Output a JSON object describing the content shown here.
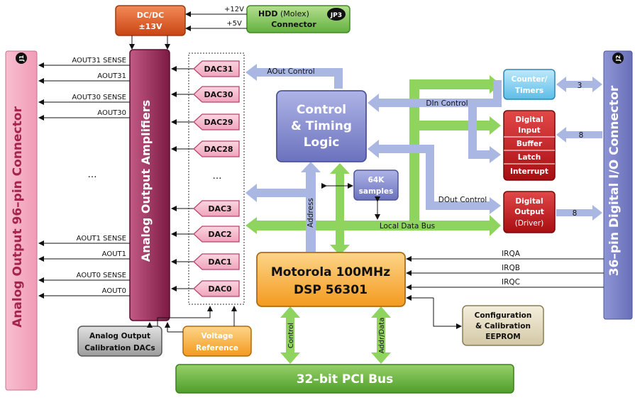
{
  "blocks": {
    "dcdc": {
      "line1": "DC/DC",
      "line2": "±13V"
    },
    "hdd": {
      "bold": "HDD",
      "normal": "(Molex)",
      "line2": "Connector",
      "badge": "JP3"
    },
    "v12": "+12V",
    "v5": "+5V",
    "left_connector": {
      "label": "Analog Output 96–pin Connector",
      "badge": "J1"
    },
    "right_connector": {
      "label": "36–pin Digital I/O Connector",
      "badge": "J2"
    },
    "amplifiers": "Analog Output Amplifiers",
    "dacs": [
      "DAC31",
      "DAC30",
      "DAC29",
      "DAC28",
      "DAC3",
      "DAC2",
      "DAC1",
      "DAC0"
    ],
    "dac_ellipsis": "…",
    "left_ellipsis": "…",
    "control_logic": {
      "line1": "Control",
      "line2": "& Timing",
      "line3": "Logic"
    },
    "samples": {
      "line1": "64K",
      "line2": "samples"
    },
    "counter": {
      "line1": "Counter/",
      "line2": "Timers"
    },
    "digital_input": {
      "line1": "Digital",
      "line2": "Input",
      "line3": "Buffer",
      "line4": "Latch",
      "line5": "Interrupt"
    },
    "digital_output": {
      "line1": "Digital",
      "line2": "Output",
      "line3": "(Driver)"
    },
    "dsp": {
      "line1": "Motorola 100MHz",
      "line2": "DSP 56301"
    },
    "eeprom": {
      "line1": "Configuration",
      "line2": "& Calibration",
      "line3": "EEPROM"
    },
    "cal_dacs": {
      "line1": "Analog Output",
      "line2": "Calibration DACs"
    },
    "vref": {
      "line1": "Voltage",
      "line2": "Reference"
    },
    "pci": "32–bit PCI Bus"
  },
  "signals": {
    "aout31_sense": "AOUT31 SENSE",
    "aout31": "AOUT31",
    "aout30_sense": "AOUT30 SENSE",
    "aout30": "AOUT30",
    "aout1_sense": "AOUT1 SENSE",
    "aout1": "AOUT1",
    "aout0_sense": "AOUT0 SENSE",
    "aout0": "AOUT0",
    "aout_control": "AOut Control",
    "din_control": "DIn Control",
    "dout_control": "DOut Control",
    "local_bus": "Local Data Bus",
    "address": "Address",
    "control": "Control",
    "addr_data": "Addr/Data",
    "irqa": "IRQA",
    "irqb": "IRQB",
    "irqc": "IRQC",
    "ct_count": "3",
    "di_count": "8",
    "do_count": "8"
  }
}
